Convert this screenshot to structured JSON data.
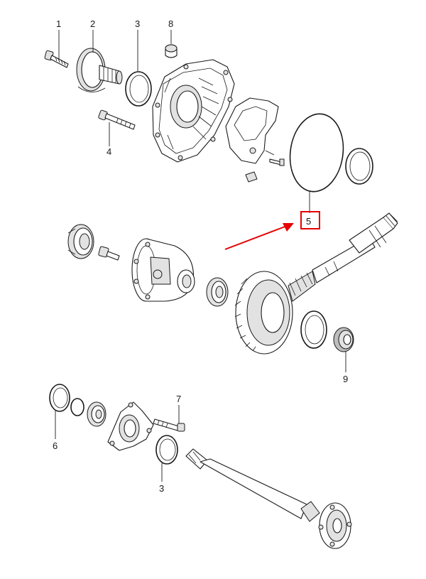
{
  "colors": {
    "highlight": "#e60000",
    "line": "#1a1a1a"
  },
  "callouts": [
    {
      "id": "c1",
      "label": "1"
    },
    {
      "id": "c2",
      "label": "2"
    },
    {
      "id": "c3",
      "label": "3"
    },
    {
      "id": "c8",
      "label": "8"
    },
    {
      "id": "c4",
      "label": "4"
    },
    {
      "id": "c5",
      "label": "5"
    },
    {
      "id": "c9",
      "label": "9"
    },
    {
      "id": "c6",
      "label": "6"
    },
    {
      "id": "c7",
      "label": "7"
    },
    {
      "id": "c3b",
      "label": "3"
    }
  ],
  "highlighted_callout": "5"
}
